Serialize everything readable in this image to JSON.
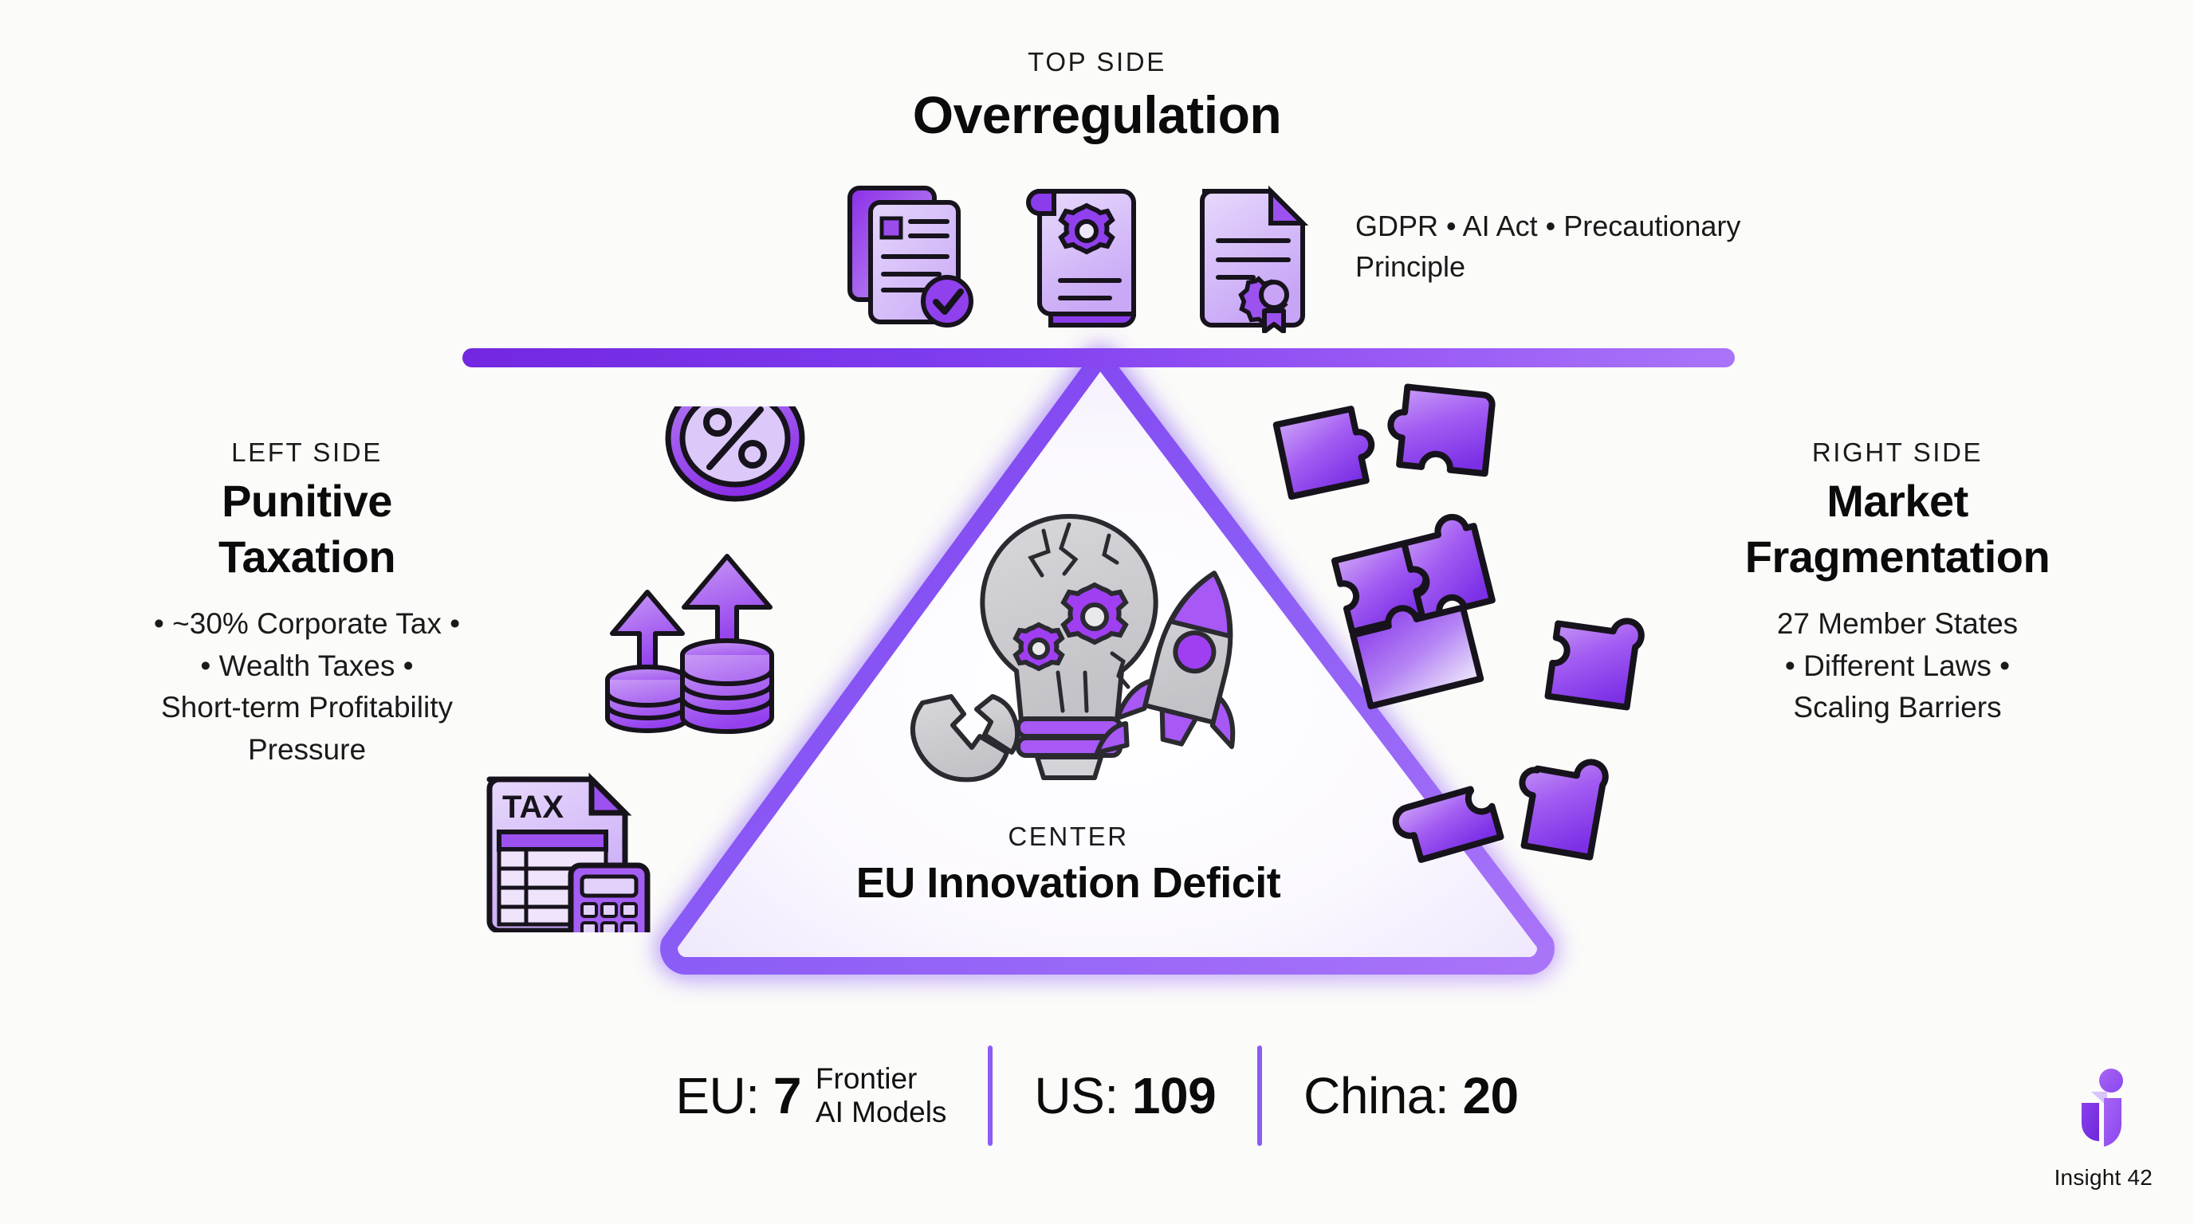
{
  "background_color": "#FBFBF9",
  "accent_color": "#7C3AED",
  "accent_color_light": "#A974F8",
  "beam_color": "#7327E0",
  "diagram_data": {
    "type": "triangle-pressure-diagram",
    "center_concept": "EU Innovation Deficit",
    "pressure_sides": 3,
    "sides": [
      {
        "position": "TOP SIDE",
        "title": "Overregulation",
        "detail": "GDPR • AI Act • Precautionary Principle"
      },
      {
        "position": "LEFT SIDE",
        "title": "Punitive Taxation",
        "detail": "• ~30% Corporate Tax • • Wealth Taxes • Short-term Profitability Pressure"
      },
      {
        "position": "RIGHT SIDE",
        "title": "Market Fragmentation",
        "detail": "27 Member States • Different Laws • Scaling Barriers"
      }
    ]
  },
  "top": {
    "kicker": "TOP SIDE",
    "title": "Overregulation",
    "detail": "GDPR • AI Act • Precautionary Principle",
    "icons": [
      "documents-check-icon",
      "scroll-gear-icon",
      "certificate-seal-icon"
    ]
  },
  "left": {
    "kicker": "LEFT SIDE",
    "title_line1": "Punitive",
    "title_line2": "Taxation",
    "detail_line1": "• ~30% Corporate Tax •",
    "detail_line2": "• Wealth Taxes •",
    "detail_line3": "Short-term Profitability",
    "detail_line4": "Pressure",
    "icons": [
      "percent-badge-icon",
      "rising-coin-stacks-icon",
      "tax-form-calculator-icon"
    ]
  },
  "right": {
    "kicker": "RIGHT SIDE",
    "title_line1": "Market",
    "title_line2": "Fragmentation",
    "detail_line1": "27 Member States",
    "detail_line2": "• Different Laws •",
    "detail_line3": "Scaling Barriers",
    "icons": [
      "scattered-puzzle-pieces-icon"
    ]
  },
  "center": {
    "kicker": "CENTER",
    "title": "EU Innovation Deficit",
    "icons": [
      "cracked-lightbulb-gears-icon",
      "broken-shell-icon",
      "grey-rocket-icon"
    ]
  },
  "stats": {
    "items": [
      {
        "prefix": "EU: ",
        "value": "7",
        "sub_line1": "Frontier",
        "sub_line2": "AI Models"
      },
      {
        "prefix": "US: ",
        "value": "109",
        "sub_line1": "",
        "sub_line2": ""
      },
      {
        "prefix": "China: ",
        "value": "20",
        "sub_line1": "",
        "sub_line2": ""
      }
    ],
    "divider_color": "#8B5CF6"
  },
  "logo": {
    "text": "Insight 42",
    "mark": "insight42-bird-mark-icon"
  }
}
